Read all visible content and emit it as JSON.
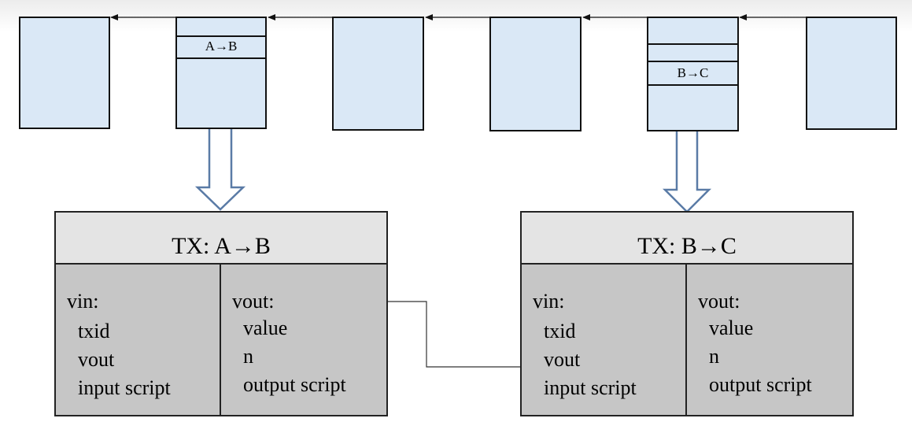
{
  "chain": {
    "tx_ab_label": "A→B",
    "tx_bc_label": "B→C"
  },
  "transactions": [
    {
      "title": "TX: A→B",
      "vin": {
        "label": "vin:",
        "fields": [
          "txid",
          "vout",
          "input script"
        ]
      },
      "vout": {
        "label": "vout:",
        "fields": [
          "value",
          "n",
          "output script"
        ]
      }
    },
    {
      "title": "TX: B→C",
      "vin": {
        "label": "vin:",
        "fields": [
          "txid",
          "vout",
          "input script"
        ]
      },
      "vout": {
        "label": "vout:",
        "fields": [
          "value",
          "n",
          "output script"
        ]
      }
    }
  ],
  "colors": {
    "block_fill": "#dae8f6",
    "tx_header": "#e4e4e4",
    "tx_body": "#c6c6c6",
    "arrow_outline": "#5a7ba6"
  }
}
